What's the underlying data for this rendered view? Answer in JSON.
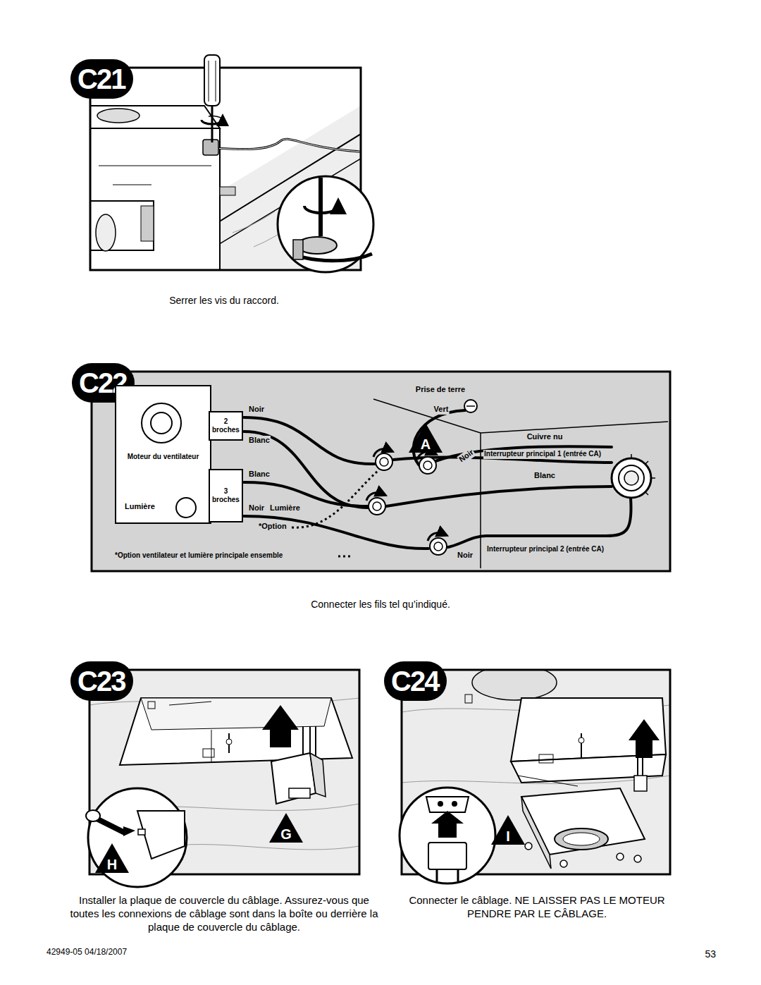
{
  "diagram": {
    "nodes": [
      {
        "text": [
          "C21"
        ]
      },
      {
        "text": [
          "C22"
        ]
      },
      {
        "text": [
          "Moteur du ventilateur",
          "Lumière"
        ]
      },
      {
        "text": [
          "2 broches"
        ]
      },
      {
        "text": [
          "3 broches"
        ]
      },
      {
        "text": [
          "A"
        ]
      },
      {
        "text": [
          "C23"
        ]
      },
      {
        "text": [
          "G"
        ]
      },
      {
        "text": [
          "H"
        ]
      },
      {
        "text": [
          "C24"
        ]
      },
      {
        "text": [
          "I"
        ]
      }
    ],
    "labels": [
      "Serrer les vis du raccord.",
      "Noir",
      "Blanc",
      "Blanc",
      "Noir",
      "Lumière",
      "*Option",
      "*Option ventilateur et lumière principale ensemble",
      "Prise de terre",
      "Vert",
      "Cuivre nu",
      "Noir",
      "Interrupteur principal 1 (entrée CA)",
      "Blanc",
      "Noir",
      "Interrupteur principal 2 (entrée CA)",
      "Connecter les fils tel qu’indiqué.",
      "Installer la plaque de couvercle du câblage. Assurez-vous que toutes les connexions de câblage sont dans la boîte ou derrière la plaque de couvercle du câblage.",
      "Connecter le câblage. NE LAISSER PAS LE MOTEUR PENDRE PAR LE CÂBLAGE.",
      "42949-05 04/18/2007",
      "53"
    ]
  }
}
